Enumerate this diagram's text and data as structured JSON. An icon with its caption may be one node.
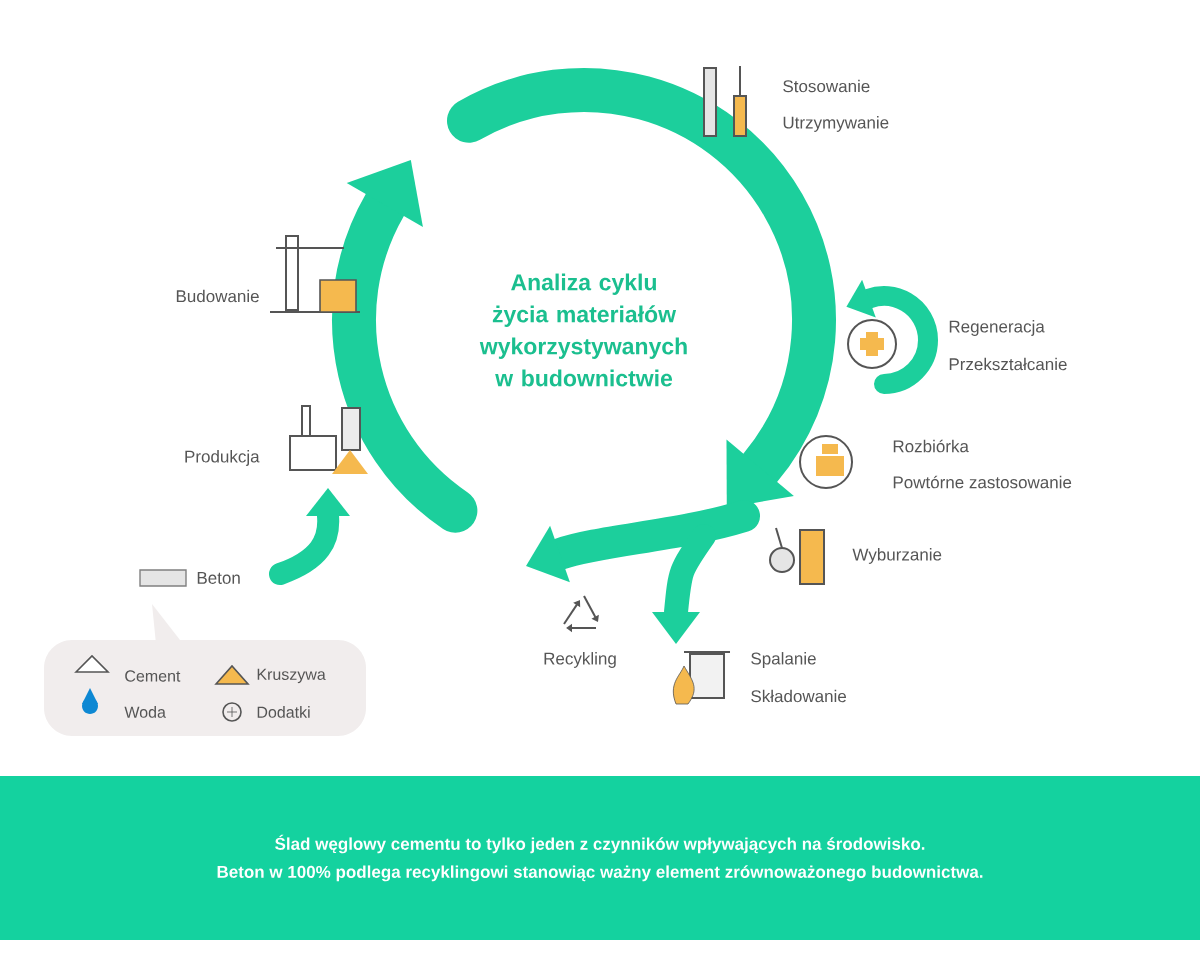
{
  "diagram": {
    "title": "Analiza cyklu życia materiałów wykorzystywanych w budownictwie",
    "nodes": [
      {
        "text": [
          "Ślad węglowy cementu to tylko jeden z czynników wpływających na środowisko.",
          "Beton w 100% podlega recyklingowi stanowiąc ważny element zrównoważonego budownictwa."
        ]
      }
    ],
    "labels": [
      "Stosowanie",
      "Utrzymywanie",
      "Budowanie",
      "Regeneracja",
      "Przekształcanie",
      "Rozbiórka",
      "Produkcja",
      "Powtórne zastosowanie",
      "Wyburzanie",
      "Beton",
      "Recykling",
      "Spalanie",
      "Składowanie"
    ],
    "legend": [
      {
        "text": "Cement"
      },
      {
        "text": "Kruszywa"
      },
      {
        "text": "Woda"
      },
      {
        "text": "Dodatki"
      }
    ]
  }
}
